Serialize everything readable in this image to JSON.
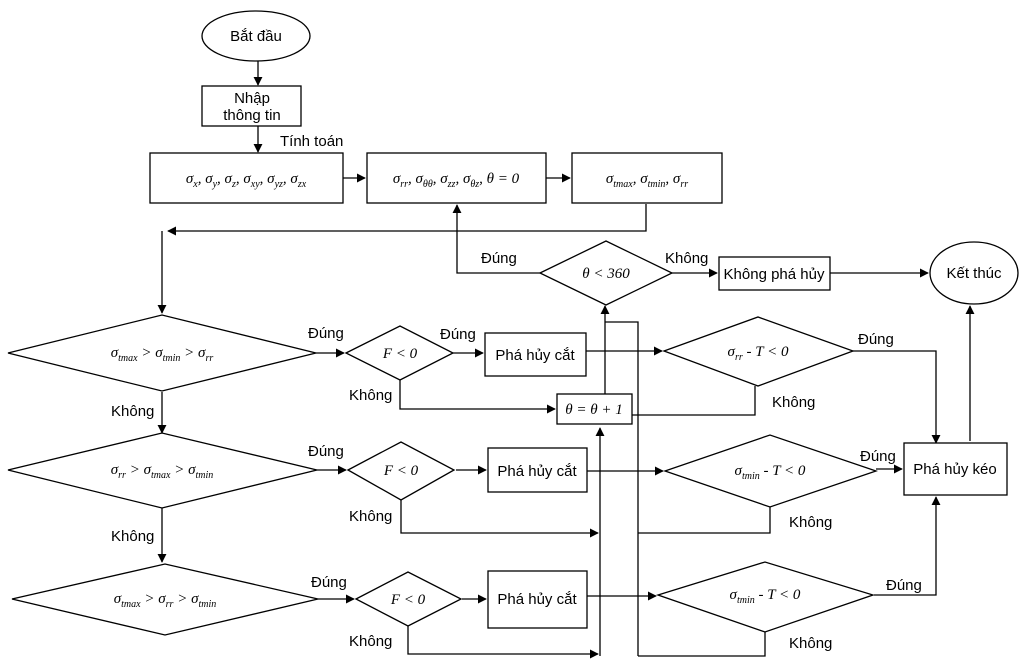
{
  "nodes": {
    "start": "Bắt đầu",
    "input_line1": "Nhập",
    "input_line2": "thông tin",
    "compute_label": "Tính toán",
    "no_failure": "Không phá hủy",
    "end": "Kết thúc",
    "shear_failure_1": "Phá hủy cắt",
    "shear_failure_2": "Phá hủy cắt",
    "shear_failure_3": "Phá hủy cắt",
    "tensile_failure": "Phá hủy kéo"
  },
  "formulas": {
    "stress_xyz": [
      {
        "s": "σ",
        "sub": "x",
        "sep": ", "
      },
      {
        "s": "σ",
        "sub": "y",
        "sep": ", "
      },
      {
        "s": "σ",
        "sub": "z",
        "sep": ", "
      },
      {
        "s": "σ",
        "sub": "xy",
        "sep": ", "
      },
      {
        "s": "σ",
        "sub": "yz",
        "sep": ", "
      },
      {
        "s": "σ",
        "sub": "zx",
        "sep": ""
      }
    ],
    "stress_cyl_init": [
      {
        "s": "σ",
        "sub": "rr",
        "sep": ", "
      },
      {
        "s": "σ",
        "sub": "θθ",
        "sep": ", "
      },
      {
        "s": "σ",
        "sub": "zz",
        "sep": ", "
      },
      {
        "s": "σ",
        "sub": "θz",
        "sep": ", θ = 0"
      }
    ],
    "principal": [
      {
        "s": "σ",
        "sub": "tmax",
        "sep": ", "
      },
      {
        "s": "σ",
        "sub": "tmin",
        "sep": ", "
      },
      {
        "s": "σ",
        "sub": "rr",
        "sep": ""
      }
    ],
    "theta_check": "θ < 360",
    "theta_increment": "θ = θ + 1",
    "case1": [
      {
        "s": "σ",
        "sub": "tmax",
        "sep": " > "
      },
      {
        "s": "σ",
        "sub": "tmin",
        "sep": " > "
      },
      {
        "s": "σ",
        "sub": "rr",
        "sep": ""
      }
    ],
    "case2": [
      {
        "s": "σ",
        "sub": "rr",
        "sep": " > "
      },
      {
        "s": "σ",
        "sub": "tmax",
        "sep": " > "
      },
      {
        "s": "σ",
        "sub": "tmin",
        "sep": ""
      }
    ],
    "case3": [
      {
        "s": "σ",
        "sub": "tmax",
        "sep": " > "
      },
      {
        "s": "σ",
        "sub": "rr",
        "sep": " > "
      },
      {
        "s": "σ",
        "sub": "tmin",
        "sep": ""
      }
    ],
    "f_check_1": "F < 0",
    "f_check_2": "F < 0",
    "f_check_3": "F < 0",
    "tensile_check_1": [
      {
        "s": "σ",
        "sub": "rr",
        "sep": " - T < 0"
      }
    ],
    "tensile_check_2": [
      {
        "s": "σ",
        "sub": "tmin",
        "sep": " - T < 0"
      }
    ],
    "tensile_check_3": [
      {
        "s": "σ",
        "sub": "tmin",
        "sep": " - T < 0"
      }
    ]
  },
  "edge_labels": {
    "theta_yes": "Đúng",
    "theta_no": "Không",
    "case1_yes": "Đúng",
    "case1_no": "Không",
    "f1_yes": "Đúng",
    "f1_no": "Không",
    "t1_yes": "Đúng",
    "t1_no": "Không",
    "case2_yes": "Đúng",
    "case2_no": "Không",
    "f2_no": "Không",
    "t2_yes": "Đúng",
    "t2_no": "Không",
    "case3_yes": "Đúng",
    "f3_no": "Không",
    "t3_yes": "Đúng",
    "t3_no": "Không"
  }
}
